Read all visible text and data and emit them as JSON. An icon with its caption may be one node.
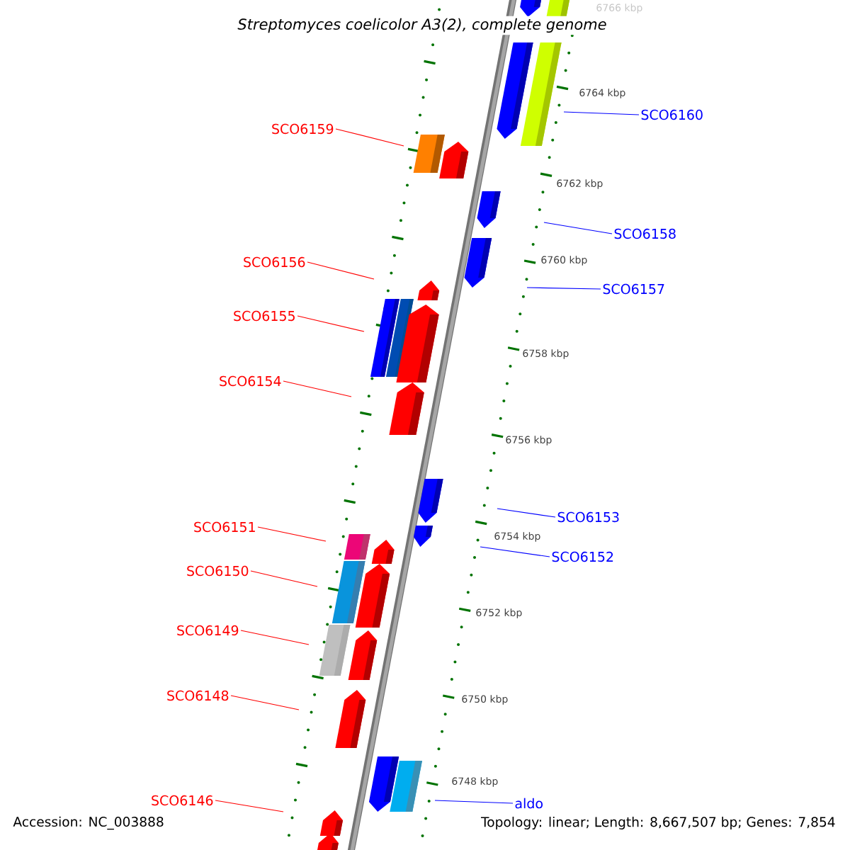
{
  "diagram": {
    "title": "Streptomyces coelicolor A3(2), complete genome",
    "nodes": [
      {
        "text": [
          "SCO6160"
        ]
      },
      {
        "text": [
          "SCO6159"
        ]
      },
      {
        "text": [
          "SCO6158"
        ]
      },
      {
        "text": [
          "SCO6156"
        ]
      },
      {
        "text": [
          "SCO6157"
        ]
      },
      {
        "text": [
          "SCO6155"
        ]
      },
      {
        "text": [
          "SCO6154"
        ]
      },
      {
        "text": [
          "SCO6153"
        ]
      },
      {
        "text": [
          "SCO6151"
        ]
      },
      {
        "text": [
          "SCO6152"
        ]
      },
      {
        "text": [
          "SCO6150"
        ]
      },
      {
        "text": [
          "SCO6149"
        ]
      },
      {
        "text": [
          "SCO6148"
        ]
      },
      {
        "text": [
          "SCO6146"
        ]
      },
      {
        "text": [
          "aldo"
        ]
      }
    ],
    "edges": [
      {
        "from": 0,
        "to": null,
        "arrow": "none",
        "color": "#0000ff"
      },
      {
        "from": 1,
        "to": null,
        "arrow": "none"
      },
      {
        "from": 2,
        "to": null,
        "arrow": "none",
        "color": "#0000ff"
      },
      {
        "from": 3,
        "to": null,
        "arrow": "none"
      },
      {
        "from": 4,
        "to": null,
        "arrow": "none",
        "color": "#0000ff"
      },
      {
        "from": 5,
        "to": null,
        "arrow": "none"
      },
      {
        "from": 6,
        "to": null,
        "arrow": "none"
      },
      {
        "from": 7,
        "to": null,
        "arrow": "none",
        "color": "#0000ff"
      },
      {
        "from": 8,
        "to": null,
        "arrow": "none"
      },
      {
        "from": 9,
        "to": null,
        "arrow": "none",
        "color": "#0000ff"
      },
      {
        "from": 10,
        "to": null,
        "arrow": "none"
      },
      {
        "from": 11,
        "to": null,
        "arrow": "none"
      },
      {
        "from": 12,
        "to": null,
        "arrow": "none"
      },
      {
        "from": 13,
        "to": null,
        "arrow": "none"
      },
      {
        "from": 14,
        "to": null,
        "arrow": "none",
        "color": "#0000ff"
      }
    ],
    "labels": [
      "6766 kbp",
      "6764 kbp",
      "6762 kbp",
      "6760 kbp",
      "6758 kbp",
      "6756 kbp",
      "6754 kbp",
      "6752 kbp",
      "6750 kbp",
      "6748 kbp",
      "Accession: NC_003888",
      "Topology: linear; Length: 8,667,507 bp; Genes: 7,854"
    ]
  }
}
